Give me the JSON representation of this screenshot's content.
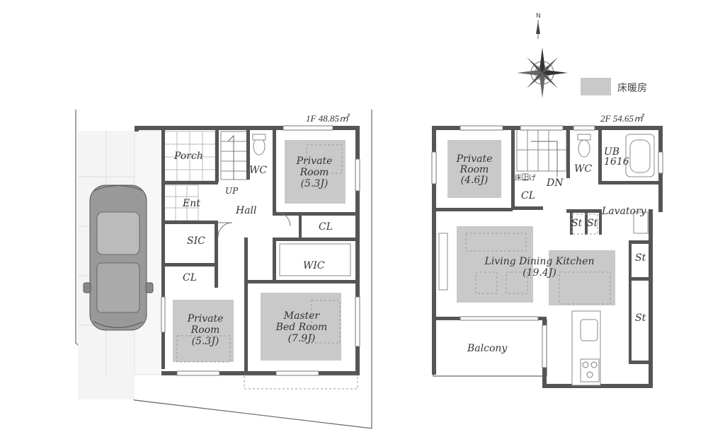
{
  "compass": {
    "north_label": "N"
  },
  "legend": {
    "label": "床暖房",
    "swatch_color": "#c8c9c8"
  },
  "floor1": {
    "title": "1F 48.85㎡",
    "rooms": {
      "porch": "Porch",
      "ent": "Ent",
      "sic": "SIC",
      "up": "UP",
      "wc": "WC",
      "hall": "Hall",
      "cl_upper": "CL",
      "cl_left": "CL",
      "wic": "WIC",
      "private_room_ne": [
        "Private",
        "Room",
        "(5.3J)"
      ],
      "private_room_sw": [
        "Private",
        "Room",
        "(5.3J)"
      ],
      "master_bed": [
        "Master",
        "Bed Room",
        "(7.9J)"
      ]
    }
  },
  "floor2": {
    "title": "2F 54.65㎡",
    "rooms": {
      "private_room": [
        "Private",
        "Room",
        "(4.6J)"
      ],
      "yukaage": "床上げ",
      "cl": "CL",
      "dn": "DN",
      "wc": "WC",
      "ub": [
        "UB",
        "1616"
      ],
      "lavatory": "Lavatory",
      "st1": "St",
      "st2": "St",
      "st3": "St",
      "st4": "St",
      "ldk": [
        "Living Dining Kitchen",
        "(19.4J)"
      ],
      "balcony": "Balcony"
    }
  },
  "colors": {
    "wall": "#555555",
    "heated_floor": "#c8c9c8",
    "text": "#333333"
  }
}
